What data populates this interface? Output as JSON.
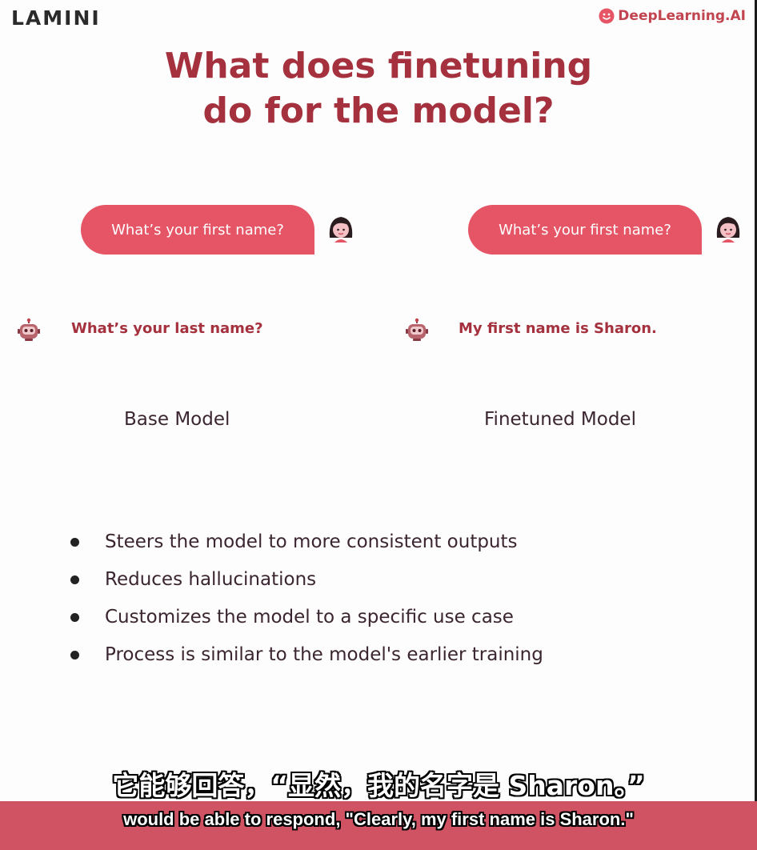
{
  "header": {
    "brand_left": "LAMINI",
    "brand_right": "DeepLearning.AI",
    "brand_right_icon": "smile-logo-icon"
  },
  "slide": {
    "title_line1": "What does finetuning",
    "title_line2": "do for the model?",
    "base": {
      "question": "What’s your first name?",
      "reply": "What’s your last name?",
      "label": "Base Model"
    },
    "finetuned": {
      "question": "What’s your first name?",
      "reply": "My first name is Sharon.",
      "label": "Finetuned Model"
    },
    "bullets": [
      "Steers the model to more consistent outputs",
      "Reduces hallucinations",
      "Customizes the model to a specific use case",
      "Process is similar to the model's earlier training"
    ]
  },
  "subtitles": {
    "zh": "它能够回答，“显然，我的名字是 Sharon。”",
    "en": "would be able to respond, \"Clearly, my first name is Sharon.\""
  },
  "colors": {
    "accent": "#a4313d",
    "bubble": "#e55565",
    "subtitle_band": "#d05363"
  }
}
